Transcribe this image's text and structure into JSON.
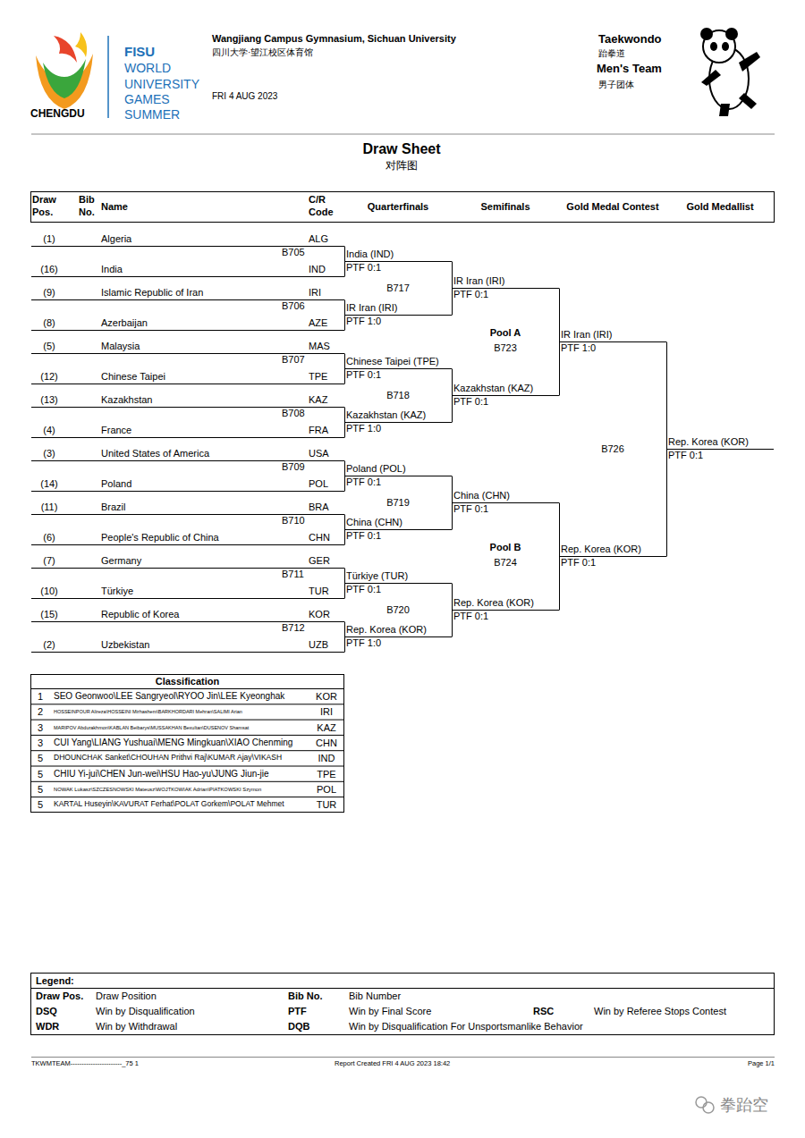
{
  "diagram": {
    "title": "Draw Sheet",
    "nodes": [
      {
        "text": [
          "Classification"
        ]
      },
      {
        "text": [
          "Legend:"
        ]
      }
    ],
    "labels": [
      "Wangjiang Campus Gymnasium, Sichuan University",
      "四川大学·望江校区体育馆",
      "FRI 4 AUG 2023",
      "Taekwondo",
      "跆拳道",
      "Men's Team",
      "男子团体",
      "FISU",
      "WORLD",
      "UNIVERSITY",
      "GAMES",
      "SUMMER",
      "CHENGDU",
      "对阵图",
      "Draw Pos.",
      "Bib No.",
      "Name",
      "C/R Code",
      "Quarterfinals",
      "Semifinals",
      "Gold Medal Contest",
      "Gold Medallist",
      "(1)",
      "Algeria",
      "ALG",
      "(16)",
      "India",
      "IND",
      "(9)",
      "Islamic Republic of Iran",
      "IRI",
      "(8)",
      "Azerbaijan",
      "AZE",
      "(5)",
      "Malaysia",
      "MAS",
      "(12)",
      "Chinese Taipei",
      "TPE",
      "(13)",
      "Kazakhstan",
      "KAZ",
      "(4)",
      "France",
      "FRA",
      "(3)",
      "United States of America",
      "USA",
      "(14)",
      "Poland",
      "POL",
      "(11)",
      "Brazil",
      "BRA",
      "(6)",
      "People's Republic of China",
      "CHN",
      "(7)",
      "Germany",
      "GER",
      "(10)",
      "Türkiye",
      "TUR",
      "(15)",
      "Republic of Korea",
      "KOR",
      "(2)",
      "Uzbekistan",
      "UZB",
      "B705",
      "B706",
      "B707",
      "B708",
      "B709",
      "B710",
      "B711",
      "B712",
      "India (IND)",
      "PTF 0:1",
      "IR Iran (IRI)",
      "PTF 1:0",
      "Chinese Taipei (TPE)",
      "PTF 0:1",
      "Kazakhstan (KAZ)",
      "PTF 1:0",
      "Poland (POL)",
      "PTF 0:1",
      "China (CHN)",
      "PTF 0:1",
      "Türkiye (TUR)",
      "PTF 0:1",
      "Rep. Korea (KOR)",
      "PTF 1:0",
      "B717",
      "B718",
      "B719",
      "B720",
      "IR Iran (IRI)",
      "PTF 0:1",
      "Kazakhstan (KAZ)",
      "PTF 0:1",
      "China (CHN)",
      "PTF 0:1",
      "Rep. Korea (KOR)",
      "PTF 0:1",
      "Pool A",
      "B723",
      "Pool B",
      "B724",
      "IR Iran (IRI)",
      "PTF 1:0",
      "Rep. Korea (KOR)",
      "PTF 0:1",
      "B726",
      "Rep. Korea (KOR)",
      "PTF 0:1",
      "1",
      "SEO Geonwoo\\LEE Sangryeol\\RYOO Jin\\LEE Kyeonghak",
      "KOR",
      "2",
      "HOSSEINPOUR Alireza\\HOSSEINI Mirhashem\\BARKHORDARI Mehran\\SALIMI Arian",
      "IRI",
      "3",
      "MARIPOV Abdurakhmon\\KABLAN Beibarys\\MUSSAKHAN Bexultan\\DUSENOV Shamsat",
      "KAZ",
      "3",
      "CUI Yang\\LIANG Yushuai\\MENG Mingkuan\\XIAO Chenming",
      "CHN",
      "5",
      "DHOUNCHAK Sanket\\CHOUHAN Prithvi Raj\\KUMAR Ajay\\VIKASH",
      "IND",
      "5",
      "CHIU Yi-jui\\CHEN Jun-wei\\HSU Hao-yu\\JUNG Jiun-jie",
      "TPE",
      "5",
      "NOWAK Lukasz\\SZCZESNOWSKI Mateusz\\WOJTKOWIAK Adrian\\PIATKOWSKI Szymon",
      "POL",
      "5",
      "KARTAL Huseyin\\KAVURAT Ferhat\\POLAT Gorkem\\POLAT Mehmet",
      "TUR",
      "Draw Pos.",
      "Draw Position",
      "Bib No.",
      "Bib Number",
      "DSQ",
      "Win by Disqualification",
      "PTF",
      "Win by Final Score",
      "RSC",
      "Win by Referee Stops Contest",
      "WDR",
      "Win by Withdrawal",
      "DQB",
      "Win by Disqualification For Unsportsmanlike Behavior",
      "TKWMTEAM-----------------------_75 1",
      "Report Created FRI 4 AUG 2023 18:42",
      "Page 1/1",
      "拳跆空"
    ]
  }
}
